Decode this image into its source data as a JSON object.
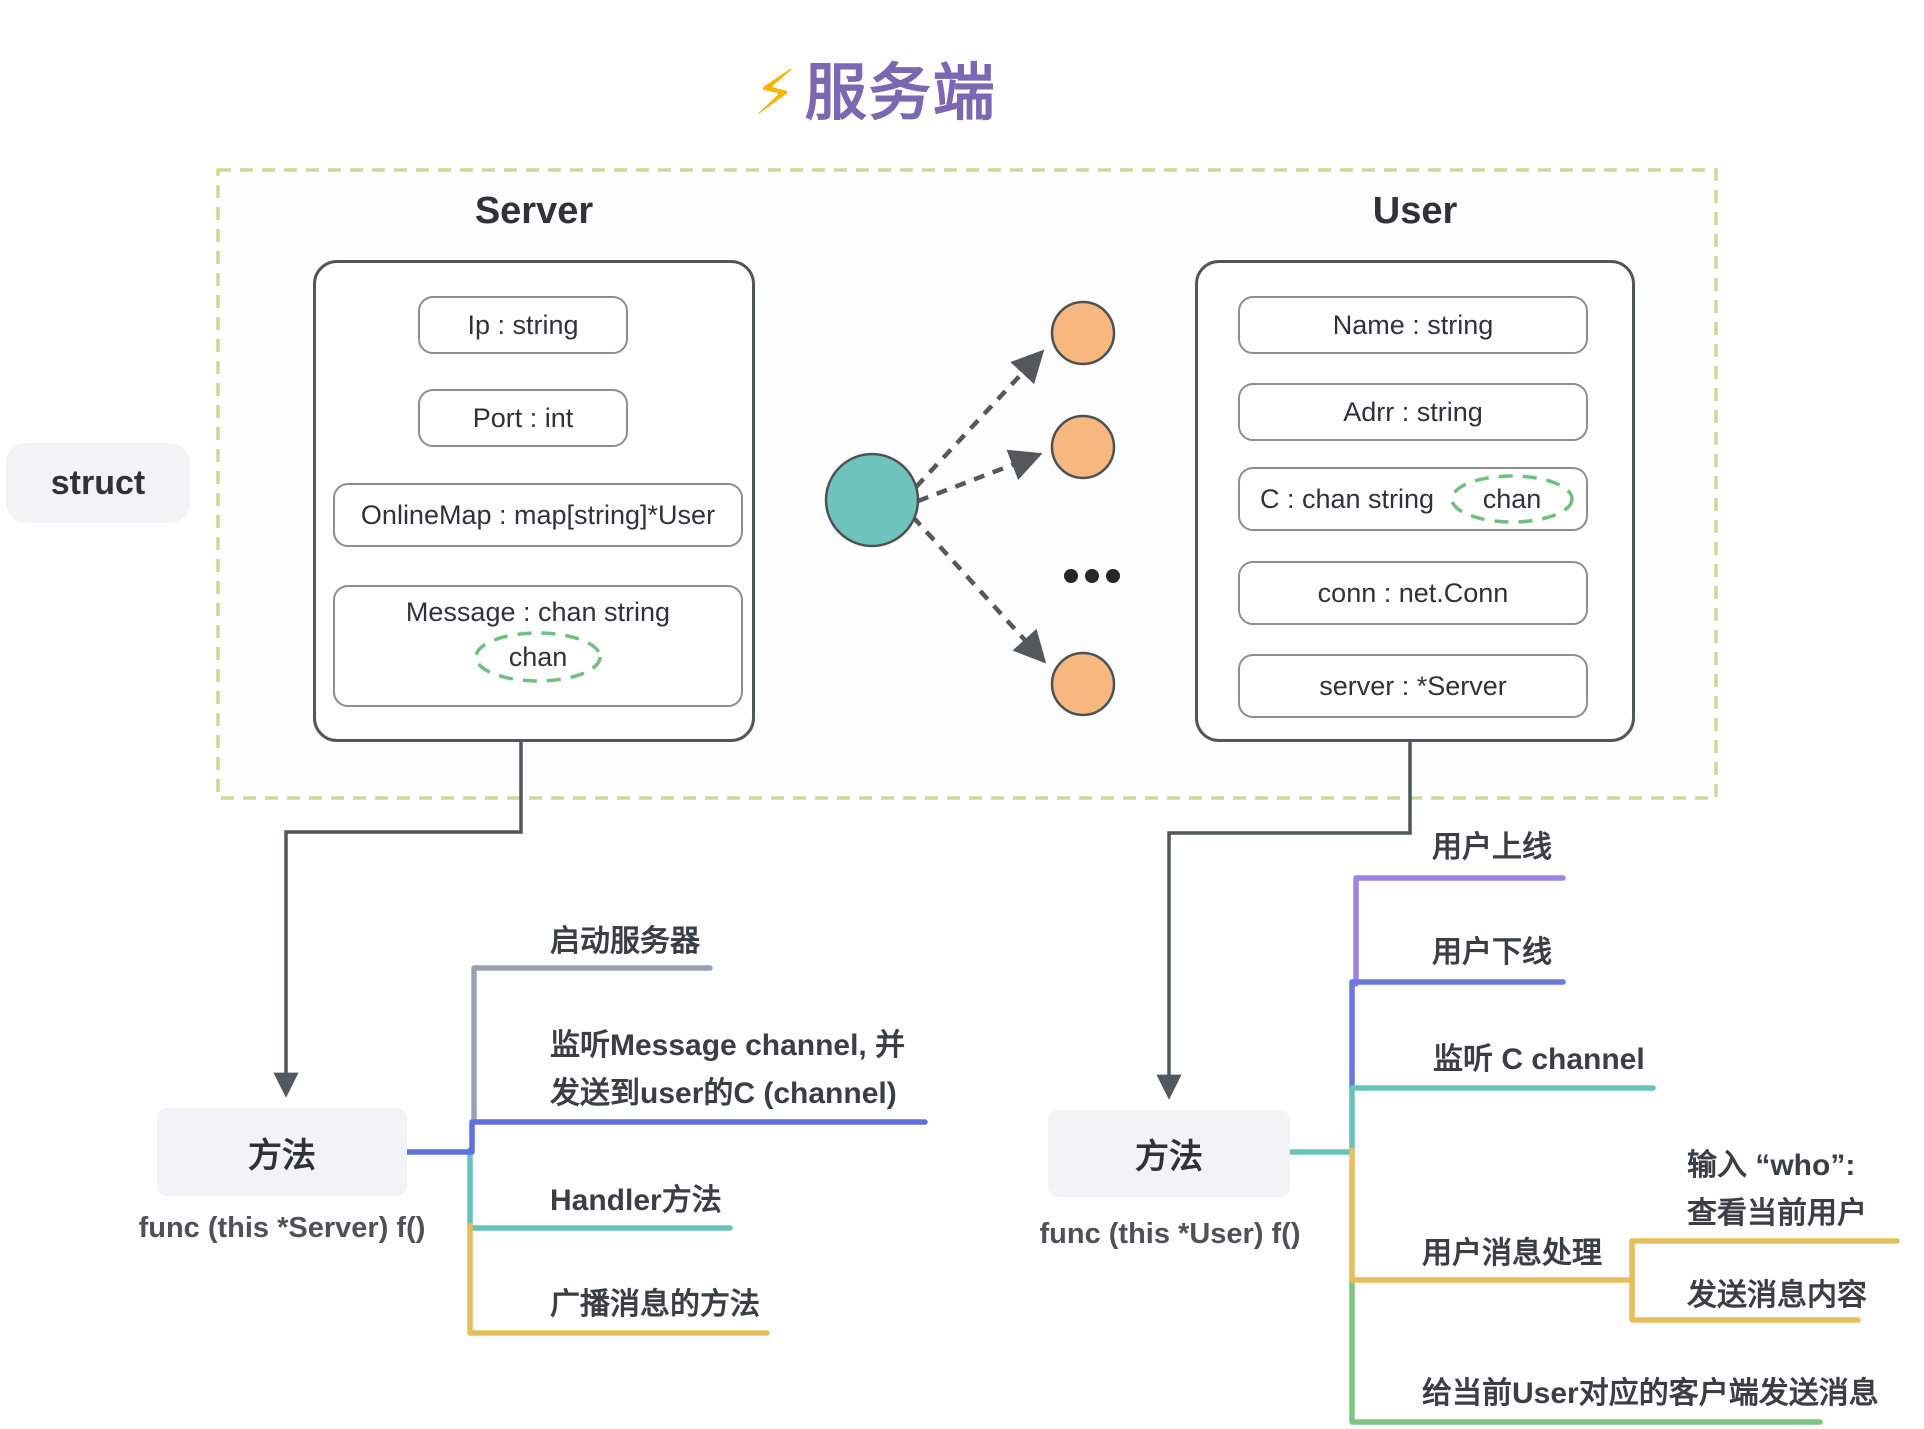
{
  "colors": {
    "title_purple": "#7A68B2",
    "bolt_gold": "#F7B500",
    "dashed_box_border": "#C9DB9A",
    "box_border_dark": "#51565B",
    "field_border": "#8A8F94",
    "chan_green": "#6FBF7E",
    "teal_circle": "#6EC3BD",
    "orange_circle": "#F6B87E",
    "circle_stroke": "#4D5156",
    "connector_gray": "#51565B",
    "chip_bg": "#F2F3F4",
    "text_dark": "#2E3338",
    "label_text": "#3A3F44",
    "func_text": "#4E5256",
    "branch_gray": "#9AA3AD",
    "branch_blue": "#5F71DA",
    "branch_teal": "#68C2BA",
    "branch_yellow": "#E7BE5D",
    "branch_purple": "#9D84E2",
    "branch_indigo": "#6979DE",
    "branch_green": "#7FC586"
  },
  "title": {
    "bolt": "⚡",
    "text": "服务端"
  },
  "struct_chip": "struct",
  "server_struct": {
    "title": "Server",
    "fields": [
      "Ip : string",
      "Port : int",
      "OnlineMap : map[string]*User"
    ],
    "message_field": {
      "label": "Message : chan string",
      "badge": "chan"
    }
  },
  "user_struct": {
    "title": "User",
    "fields_top": [
      "Name : string",
      "Adrr : string"
    ],
    "c_field": {
      "label": "C : chan string",
      "badge": "chan"
    },
    "fields_bottom": [
      "conn : net.Conn",
      "server : *Server"
    ]
  },
  "ellipsis_dots": "...",
  "server_methods": {
    "box_label": "方法",
    "signature": "func (this *Server) f()",
    "branch_start": "启动服务器",
    "branch_listen_line1": "监听Message channel, 并",
    "branch_listen_line2": "发送到user的C (channel)",
    "branch_handler": "Handler方法",
    "branch_broadcast": "广播消息的方法"
  },
  "user_methods": {
    "box_label": "方法",
    "signature": "func (this *User) f()",
    "branch_online": "用户上线",
    "branch_offline": "用户下线",
    "branch_listen": "监听 C channel",
    "branch_msg": "用户消息处理",
    "sub_who_line1": "输入 “who”:",
    "sub_who_line2": "查看当前用户",
    "sub_send": "发送消息内容",
    "branch_send_client": "给当前User对应的客户端发送消息"
  }
}
